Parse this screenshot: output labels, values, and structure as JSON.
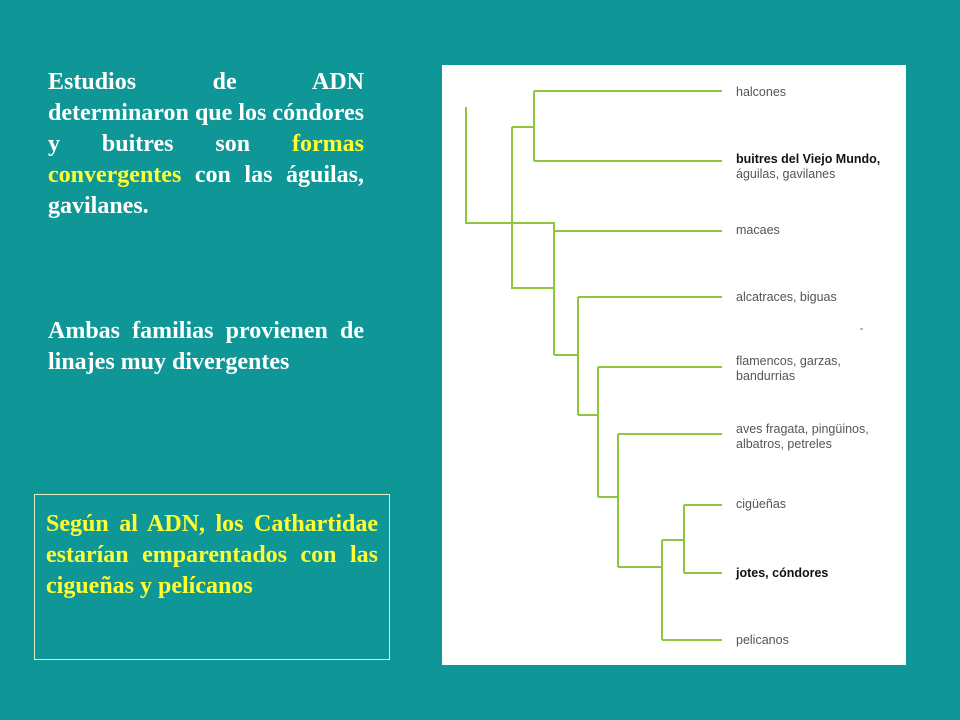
{
  "text": {
    "p1_a": "Estudios de ADN determinaron que los cóndores y buitres son ",
    "p1_highlight": "formas convergentes",
    "p1_b": " con las águilas, gavilanes.",
    "p2": "Ambas familias provienen de linajes muy divergentes",
    "box": "Según al ADN, los Cathartidae estarían emparentados con las cigueñas y pelícanos"
  },
  "tree": {
    "labels": {
      "halcones": "halcones",
      "buitres_1": "buitres del Viejo Mundo,",
      "buitres_2": "águilas, gavilanes",
      "macaes": "macaes",
      "alcatraces": "alcatraces, biguas",
      "flamencos_1": "flamencos, garzas,",
      "flamencos_2": "bandurrias",
      "fragata_1": "aves fragata, pingüinos,",
      "fragata_2": "albatros, petreles",
      "ciguenas": "cigüeñas",
      "jotes": "jotes, cóndores",
      "pelicanos": "pelicanos"
    }
  },
  "colors": {
    "background": "#0f9696",
    "highlight": "#ffff33",
    "branch": "#8ec63f"
  }
}
